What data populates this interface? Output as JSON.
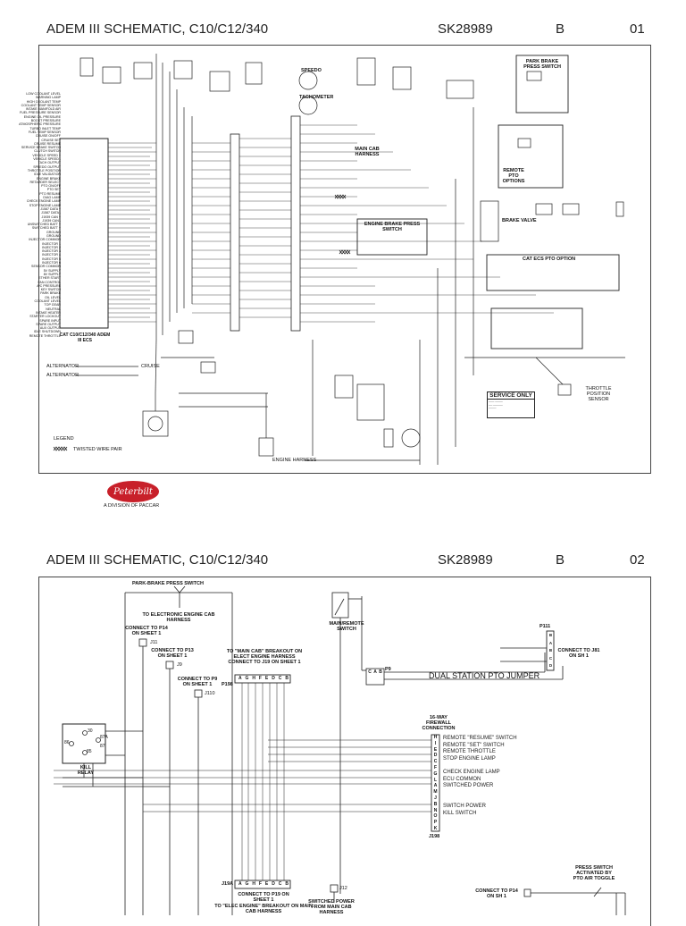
{
  "sheet1": {
    "title": "ADEM III SCHEMATIC, C10/C12/340",
    "part_no": "SK28989",
    "rev": "B",
    "sheet": "01"
  },
  "sheet2": {
    "title": "ADEM III SCHEMATIC, C10/C12/340",
    "part_no": "SK28989",
    "rev": "B",
    "sheet": "02"
  },
  "brand": {
    "logo_text": "Peterbilt",
    "sub_text": "A DIVISION OF PACCAR",
    "red": "#c8202a"
  },
  "sheet1_labels": {
    "ecm": "CAT C10/C12/340 ADEM III ECS",
    "main_cab": "MAIN CAB HARNESS",
    "engine_brake": "ENGINE BRAKE PRESS SWITCH",
    "remote_pto": "REMOTE PTO OPTIONS",
    "brake_valve": "BRAKE VALVE",
    "tachometer": "TACHOMETER",
    "speedo": "SPEEDO",
    "service_only": "SERVICE ONLY",
    "throttle": "THROTTLE POSITION SENSOR",
    "legend": "LEGEND",
    "twisted": "TWISTED WIRE PAIR",
    "alternator_a": "ALTERNATOR",
    "alternator_b": "ALTERNATOR",
    "cruise": "CRUISE",
    "park_brake": "PARK BRAKE PRESS SWITCH",
    "cat_pto": "CAT ECS PTO OPTION",
    "engine_harness": "ENGINE HARNESS"
  },
  "ecm_pins": [
    "LOW COOLANT LEVEL",
    "WARNING LAMP",
    "HIGH COOLANT TEMP",
    "COOLANT TEMP SENSOR",
    "INTAKE MANIFOLD AIR",
    "FUEL PRESSURE SENSOR",
    "ENGINE OIL PRESSURE",
    "BOOST PRESSURE",
    "ATMOSPHERIC PRESSURE",
    "TURBO INLET TEMP",
    "FUEL TEMP SENSOR",
    "CRUISE ON/OFF",
    "CRUISE SET",
    "CRUISE RESUME",
    "SERVICE BRAKE SWITCH",
    "CLUTCH SWITCH",
    "VEHICLE SPEED +",
    "VEHICLE SPEED -",
    "TACH OUTPUT",
    "SPEEDO OUTPUT",
    "THROTTLE POSITION",
    "IDLE VALIDATION",
    "ENGINE BRAKE",
    "RETARDER SELECT",
    "PTO ON/OFF",
    "PTO SET",
    "PTO RESUME",
    "DIAG LAMP",
    "CHECK ENGINE LAMP",
    "STOP ENGINE LAMP",
    "J1587 DATA +",
    "J1587 DATA -",
    "J1939 CAN +",
    "J1939 CAN -",
    "UNSWITCHED BATT +",
    "SWITCHED BATT +",
    "GROUND",
    "GROUND",
    "INJECTOR COMMON",
    "INJECTOR 1",
    "INJECTOR 2",
    "INJECTOR 3",
    "INJECTOR 4",
    "INJECTOR 5",
    "INJECTOR 6",
    "SENSOR COMMON",
    "5V SUPPLY",
    "8V SUPPLY",
    "ETHER START",
    "FAN CONTROL",
    "A/C PRESSURE",
    "KEY SWITCH",
    "PARK BRAKE",
    "OIL LEVEL",
    "COOLANT LEVEL",
    "TOP GEAR",
    "NEUTRAL",
    "INTAKE HEATER",
    "STARTER LOCKOUT",
    "SPARE INPUT",
    "SPARE OUTPUT",
    "AUX OUTPUT",
    "IDLE SHUTDOWN",
    "REMOTE THROTTLE"
  ],
  "sheet2_labels": {
    "park_brake": "PARK-BRAKE PRESS SWITCH",
    "to_electronic": "TO ELECTRONIC ENGINE CAB HARNESS",
    "conn_p14": "CONNECT TO P14 ON SHEET 1",
    "j11": "J11",
    "conn_p13": "CONNECT TO P13 ON SHEET 1",
    "j9": "J9",
    "conn_p9": "CONNECT TO P9 ON SHEET 1",
    "j110": "J110",
    "kill_relay": "KILL RELAY",
    "main_cab_breakout": "TO \"MAIN CAB\" BREAKOUT ON ELECT ENGINE HARNESS CONNECT TO J19 ON SHEET 1",
    "p198": "P198",
    "main_remote": "MAIN/REMOTE SWITCH",
    "p111": "P111",
    "conn_j81": "CONNECT TO J81 ON SH 1",
    "p9": "P9",
    "dual_station": "DUAL STATION PTO JUMPER",
    "firewall": "16-WAY FIREWALL CONNECTION",
    "j198": "J198",
    "j19a": "J19A",
    "conn_p19": "CONNECT TO P19 ON SHEET 1",
    "elec_engine": "TO \"ELEC ENGINE\" BREAKOUT ON MAIN CAB HARNESS",
    "switched_power_from": "SWITCHED POWER FROM MAIN CAB HARNESS",
    "j12": "J12",
    "conn_p14_sh1": "CONNECT TO P14 ON SH 1",
    "press_switch": "PRESS SWITCH ACTIVATED BY PTO AIR TOGGLE"
  },
  "firewall_pins": [
    "H",
    "I",
    "E",
    "D",
    "C",
    "F",
    "G",
    "L",
    "A",
    "M",
    "J",
    "B",
    "N",
    "O",
    "P",
    "K"
  ],
  "firewall_functions": [
    "REMOTE \"RESUME\" SWITCH",
    "REMOTE \"SET\" SWITCH",
    "REMOTE THROTTLE",
    "STOP ENGINE LAMP",
    "",
    "CHECK ENGINE LAMP",
    "ECU COMMON",
    "SWITCHED POWER",
    "",
    "",
    "SWITCH POWER",
    "KILL SWITCH"
  ],
  "j198_pins": [
    "A",
    "G",
    "H",
    "F",
    "E",
    "D",
    "C",
    "B"
  ],
  "p111_pins": [
    "B",
    "A",
    "B",
    "C",
    "D"
  ],
  "p9_pins": [
    "C",
    "A",
    "B"
  ],
  "relay_pins": [
    "30",
    "87A",
    "87",
    "86",
    "85"
  ]
}
